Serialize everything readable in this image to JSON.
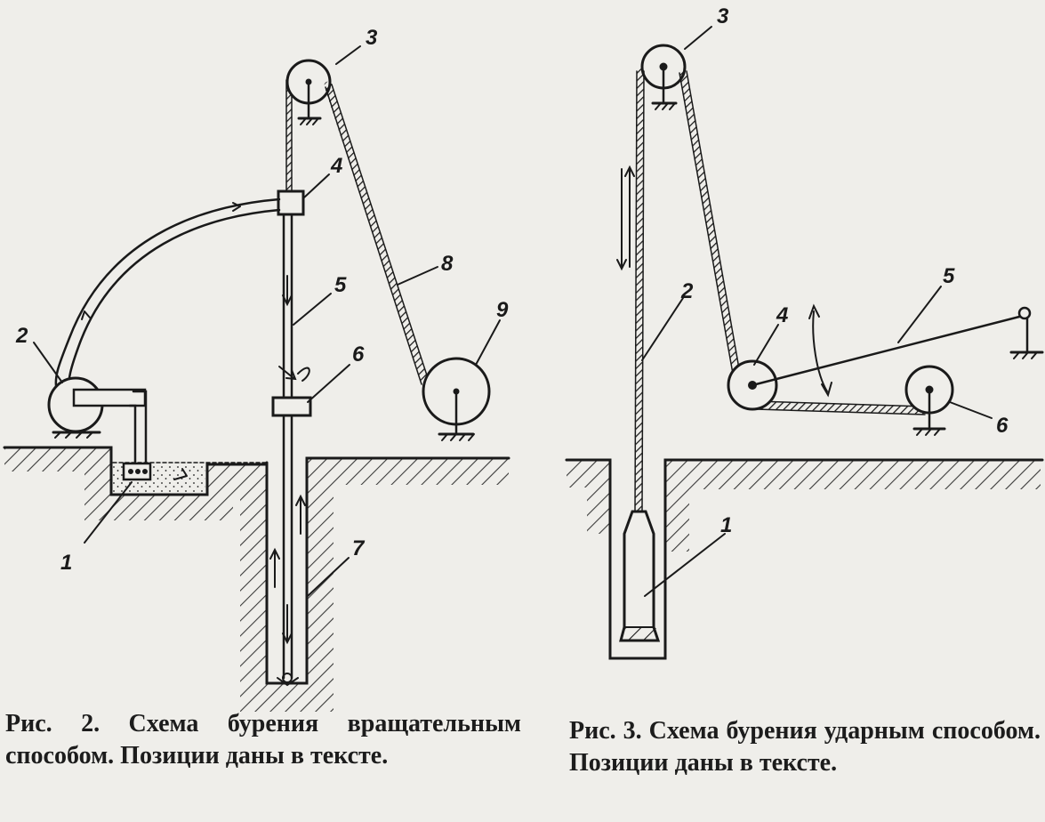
{
  "figure_left": {
    "caption": "Рис. 2. Схема бурения вращательным способом. Позиции даны в тексте.",
    "labels": [
      "1",
      "2",
      "3",
      "4",
      "5",
      "6",
      "7",
      "8",
      "9"
    ]
  },
  "figure_right": {
    "caption": "Рис. 3. Схема бурения ударным способом. Позиции даны в тексте.",
    "labels": [
      "1",
      "2",
      "3",
      "4",
      "5",
      "6"
    ]
  },
  "colors": {
    "paper": "#efeeea",
    "ink": "#1a1a1a"
  }
}
